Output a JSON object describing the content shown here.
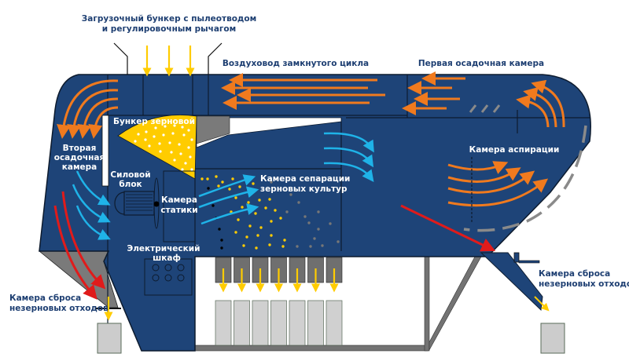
{
  "labels": {
    "hopper_line1": "Загрузочный бункер с пылеотводом",
    "hopper_line2": "и регулировочным рычагом",
    "duct": "Воздуховод замкнутого цикла",
    "first_settling": "Первая осадочная камера",
    "second_settling_1": "Вторая",
    "second_settling_2": "осадочная",
    "second_settling_3": "камера",
    "grain_bunker": "Бункер зерновой",
    "power_unit_1": "Силовой",
    "power_unit_2": "блок",
    "static_chamber_1": "Камера",
    "static_chamber_2": "статики",
    "separation_1": "Камера сепарации",
    "separation_2": "зерновых культур",
    "electrical_1": "Электрический",
    "electrical_2": "шкаф",
    "aspiration": "Камера аспирации",
    "waste_left_1": "Камера сброса",
    "waste_left_2": "незерновых отходов",
    "waste_right_1": "Камера сброса",
    "waste_right_2": "незерновых отходов"
  },
  "colors": {
    "body": "#1e4478",
    "outline": "#0d1b2e",
    "air_return": "#f07a1e",
    "air_clean": "#1fb3e8",
    "waste_flow": "#e01b1b",
    "grain": "#ffcc00",
    "frame": "#737373",
    "bin": "#cccccc",
    "label": "#1e3f72"
  },
  "grain_outlets_count": 7
}
